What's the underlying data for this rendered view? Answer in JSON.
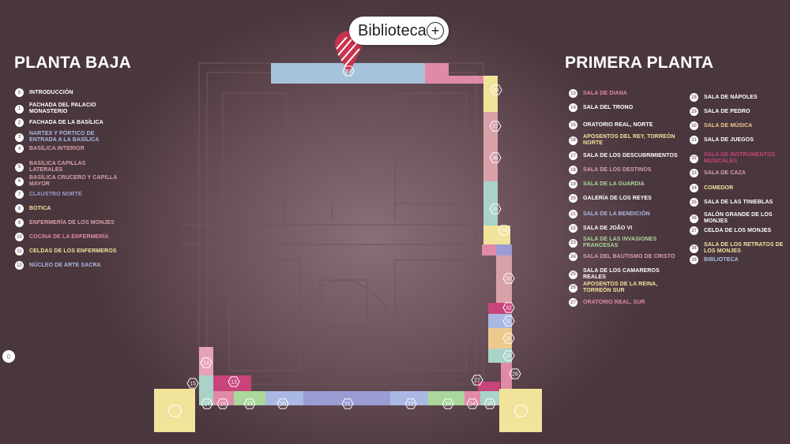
{
  "colors": {
    "white": "#ffffff",
    "yellow": "#f1e39a",
    "pink": "#e08aa7",
    "magenta": "#c8447a",
    "blue": "#aab9e3",
    "green": "#a9d89a",
    "purple": "#9b9cd3",
    "light_blue": "#a7c3dc",
    "teal": "#a9d3c8",
    "orange": "#eec98e",
    "rose": "#d8a1a9"
  },
  "planta_baja": {
    "title": "PLANTA BAJA",
    "items": [
      {
        "num": "0",
        "label": "INTRODUCCIÓN",
        "color": "white"
      },
      {
        "num": "1",
        "label": "FACHADA DEL PALACIO MONASTERIO",
        "color": "white"
      },
      {
        "num": "2",
        "label": "FACHADA DE LA BASÍLICA",
        "color": "white"
      },
      {
        "num": "3",
        "label": "NARTEX Y PÓRTICO DE ENTRADA A LA BASÍLICA",
        "color": "blue"
      },
      {
        "num": "4",
        "label": "BASÍLICA INTERIOR",
        "color": "rose"
      },
      {
        "num": "5",
        "label": "BASÍLICA CAPILLAS LATERALES",
        "color": "rose"
      },
      {
        "num": "6",
        "label": "BASÍLICA CRUCERO Y CAPILLA MAYOR",
        "color": "rose"
      },
      {
        "num": "7",
        "label": "CLAUSTRO NORTE",
        "color": "purple"
      },
      {
        "num": "8",
        "label": "BOTICA",
        "color": "yellow"
      },
      {
        "num": "9",
        "label": "ENFERMERÍA DE LOS MONJES",
        "color": "rose"
      },
      {
        "num": "10",
        "label": "COCINA DE LA ENFERMERÍA",
        "color": "pink"
      },
      {
        "num": "11",
        "label": "CELDAS DE LOS ENFERMEROS",
        "color": "yellow"
      },
      {
        "num": "12",
        "label": "NÚCLEO DE ARTE SACRA",
        "color": "blue"
      }
    ]
  },
  "primera_planta": {
    "title": "PRIMERA PLANTA",
    "col1": [
      {
        "num": "13",
        "label": "SALA DE DIANA",
        "color": "pink"
      },
      {
        "num": "14",
        "label": "SALA DEL TRONO",
        "color": "white"
      },
      {
        "num": "15",
        "label": "ORATORIO REAL, NORTE",
        "color": "white"
      },
      {
        "num": "16",
        "label": "APOSENTOS DEL REY, TORREÓN NORTE",
        "color": "yellow"
      },
      {
        "num": "17",
        "label": "SALA DE LOS DESCUBRIMIENTOS",
        "color": "white"
      },
      {
        "num": "18",
        "label": "SALA DE LOS DESTINOS",
        "color": "rose"
      },
      {
        "num": "19",
        "label": "SALA DE LA GUARDIA",
        "color": "green"
      },
      {
        "num": "20",
        "label": "GALERÍA DE LOS REYES",
        "color": "white"
      },
      {
        "num": "21",
        "label": "SALA DE LA BENDICIÓN",
        "color": "blue"
      },
      {
        "num": "22",
        "label": "SALA DE JOÃO VI",
        "color": "white"
      },
      {
        "num": "23",
        "label": "SALA DE LAS INVASIONES FRANCESAS",
        "color": "green"
      },
      {
        "num": "24",
        "label": "SALA DEL BAUTISMO DE CRISTO",
        "color": "rose"
      },
      {
        "num": "25",
        "label": "SALA DE LOS CAMAREROS REALES",
        "color": "white"
      },
      {
        "num": "26",
        "label": "APOSENTOS DE LA REINA, TORREÓN SUR",
        "color": "yellow"
      },
      {
        "num": "27",
        "label": "ORATORIO REAL, SUR",
        "color": "pink"
      }
    ],
    "col2": [
      {
        "num": "28",
        "label": "SALA DE NÁPOLES",
        "color": "white"
      },
      {
        "num": "29",
        "label": "SALA DE PEDRO",
        "color": "white"
      },
      {
        "num": "30",
        "label": "SALA DE MÚSICA",
        "color": "orange"
      },
      {
        "num": "31",
        "label": "SALA DE JUEGOS",
        "color": "white"
      },
      {
        "num": "32",
        "label": "SALA DE INSTRUMENTOS MUSICALES",
        "color": "magenta"
      },
      {
        "num": "33",
        "label": "SALA DE CAZA",
        "color": "rose"
      },
      {
        "num": "34",
        "label": "COMEDOR",
        "color": "yellow"
      },
      {
        "num": "35",
        "label": "SALA DE LAS TINIEBLAS",
        "color": "white"
      },
      {
        "num": "36",
        "label": "SALÓN GRANDE DE LOS MONJES",
        "color": "white"
      },
      {
        "num": "37",
        "label": "CELDA DE LOS MONJES",
        "color": "white"
      },
      {
        "num": "38",
        "label": "SALA DE LOS RETRATOS DE LOS MONJES",
        "color": "yellow"
      },
      {
        "num": "39",
        "label": "BIBLIOTECA",
        "color": "light_blue"
      }
    ]
  },
  "popup": {
    "label": "Biblioteca",
    "plus_icon": "plus-circle-icon"
  },
  "intro_marker": "0",
  "map_numbers": {
    "n13": "13",
    "n14": "14",
    "n15": "15",
    "n17": "17",
    "n18": "18",
    "n19": "19",
    "n20": "20",
    "n21": "21",
    "n22": "22",
    "n23": "23",
    "n24": "24",
    "n25": "25",
    "n27": "27",
    "n28": "28",
    "n29": "29",
    "n30": "30",
    "n31": "31",
    "n32": "32",
    "n33": "33",
    "n34": "34",
    "n35": "35",
    "n36": "36",
    "n37": "37",
    "n38": "38",
    "n39": "39"
  }
}
